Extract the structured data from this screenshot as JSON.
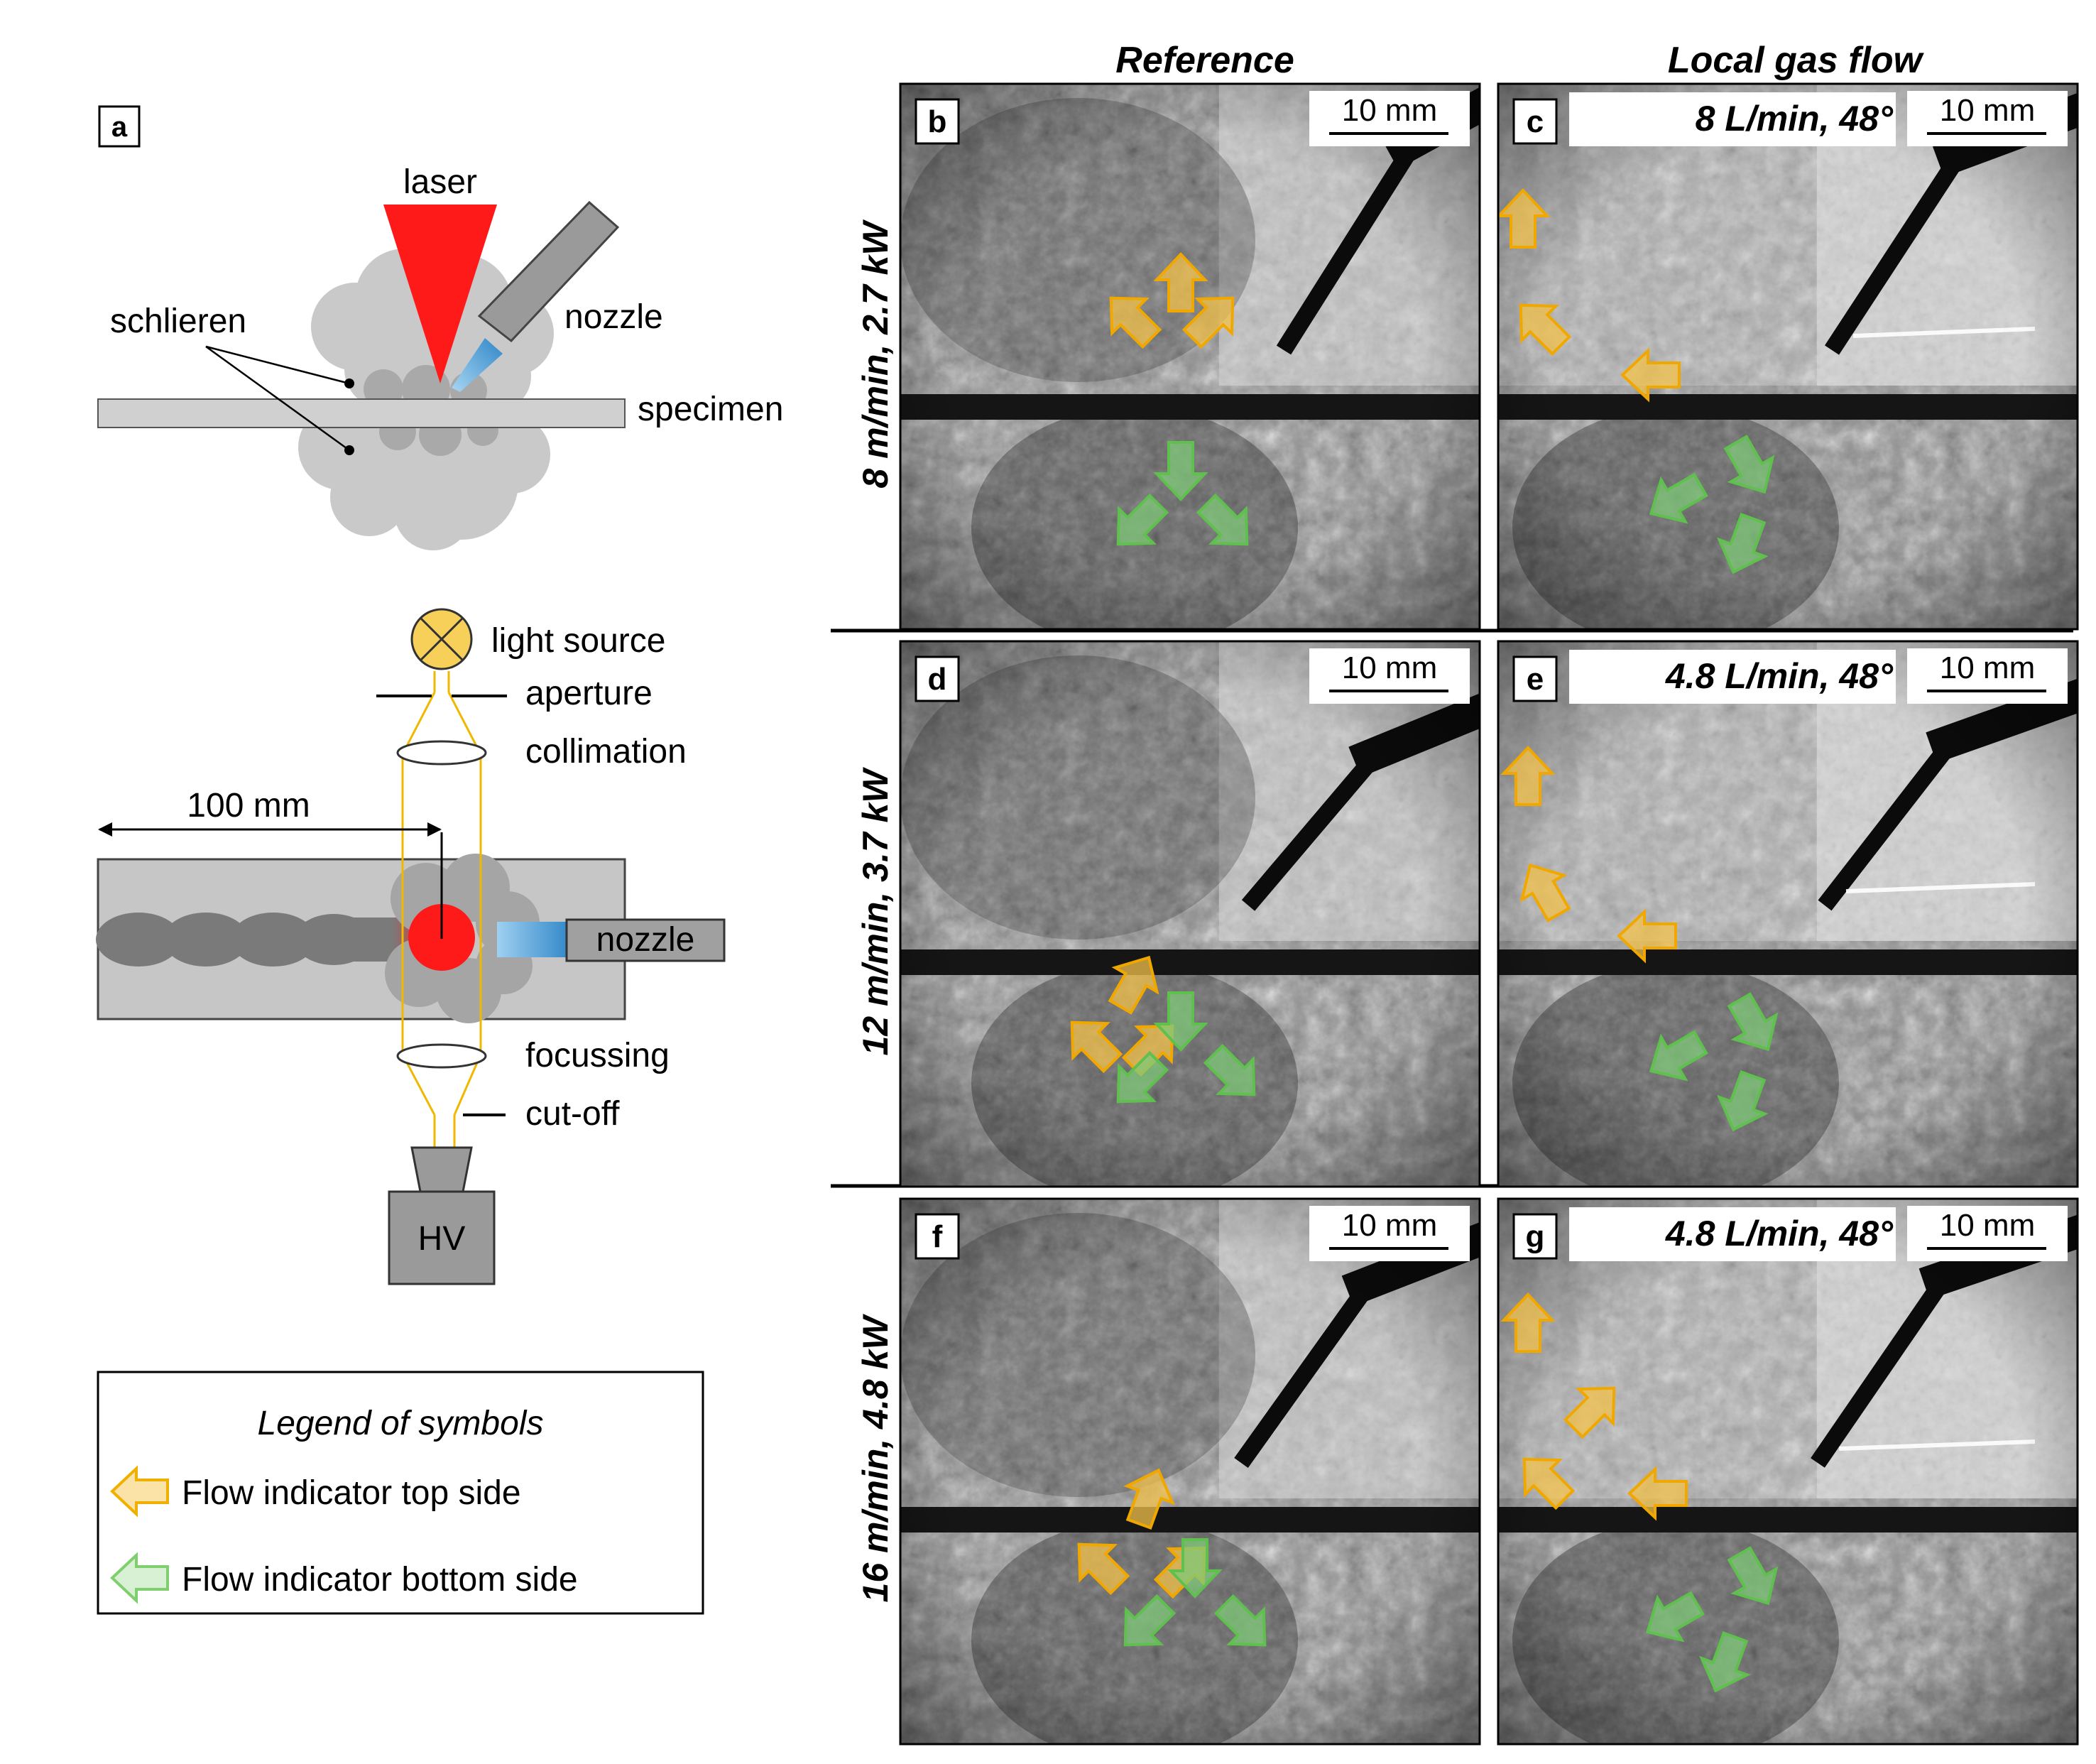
{
  "panel_a": {
    "letter": "a",
    "top_view": {
      "laser": "laser",
      "nozzle": "nozzle",
      "schlieren": "schlieren",
      "specimen": "specimen"
    },
    "side_view": {
      "light_source": "light source",
      "aperture": "aperture",
      "collimation": "collimation",
      "distance": "100 mm",
      "nozzle": "nozzle",
      "focussing": "focussing",
      "cut_off": "cut-off",
      "camera": "HV"
    },
    "legend": {
      "title": "Legend of symbols",
      "top": "Flow indicator top side",
      "bottom": "Flow indicator bottom side"
    }
  },
  "columns": {
    "reference": "Reference",
    "local": "Local gas flow"
  },
  "rows": [
    {
      "label": "8 m/min, 2.7 kW"
    },
    {
      "label": "12 m/min, 3.7 kW"
    },
    {
      "label": "16 m/min, 4.8 kW"
    }
  ],
  "panels": [
    {
      "letter": "b",
      "scale": "10 mm",
      "condition": ""
    },
    {
      "letter": "c",
      "scale": "10 mm",
      "condition": "8 L/min, 48°"
    },
    {
      "letter": "d",
      "scale": "10 mm",
      "condition": ""
    },
    {
      "letter": "e",
      "scale": "10 mm",
      "condition": "4.8 L/min, 48°"
    },
    {
      "letter": "f",
      "scale": "10 mm",
      "condition": ""
    },
    {
      "letter": "g",
      "scale": "10 mm",
      "condition": "4.8 L/min, 48°"
    }
  ],
  "colors": {
    "laser": "#ff1a1a",
    "nozzle_jet": "#4a9fd8",
    "top_arrow": "#f3c14a",
    "bottom_arrow": "#7fc97a",
    "optics": "#f0b800",
    "schlieren_gray": "#c8c8c8",
    "specimen": "#d0d0d0"
  }
}
